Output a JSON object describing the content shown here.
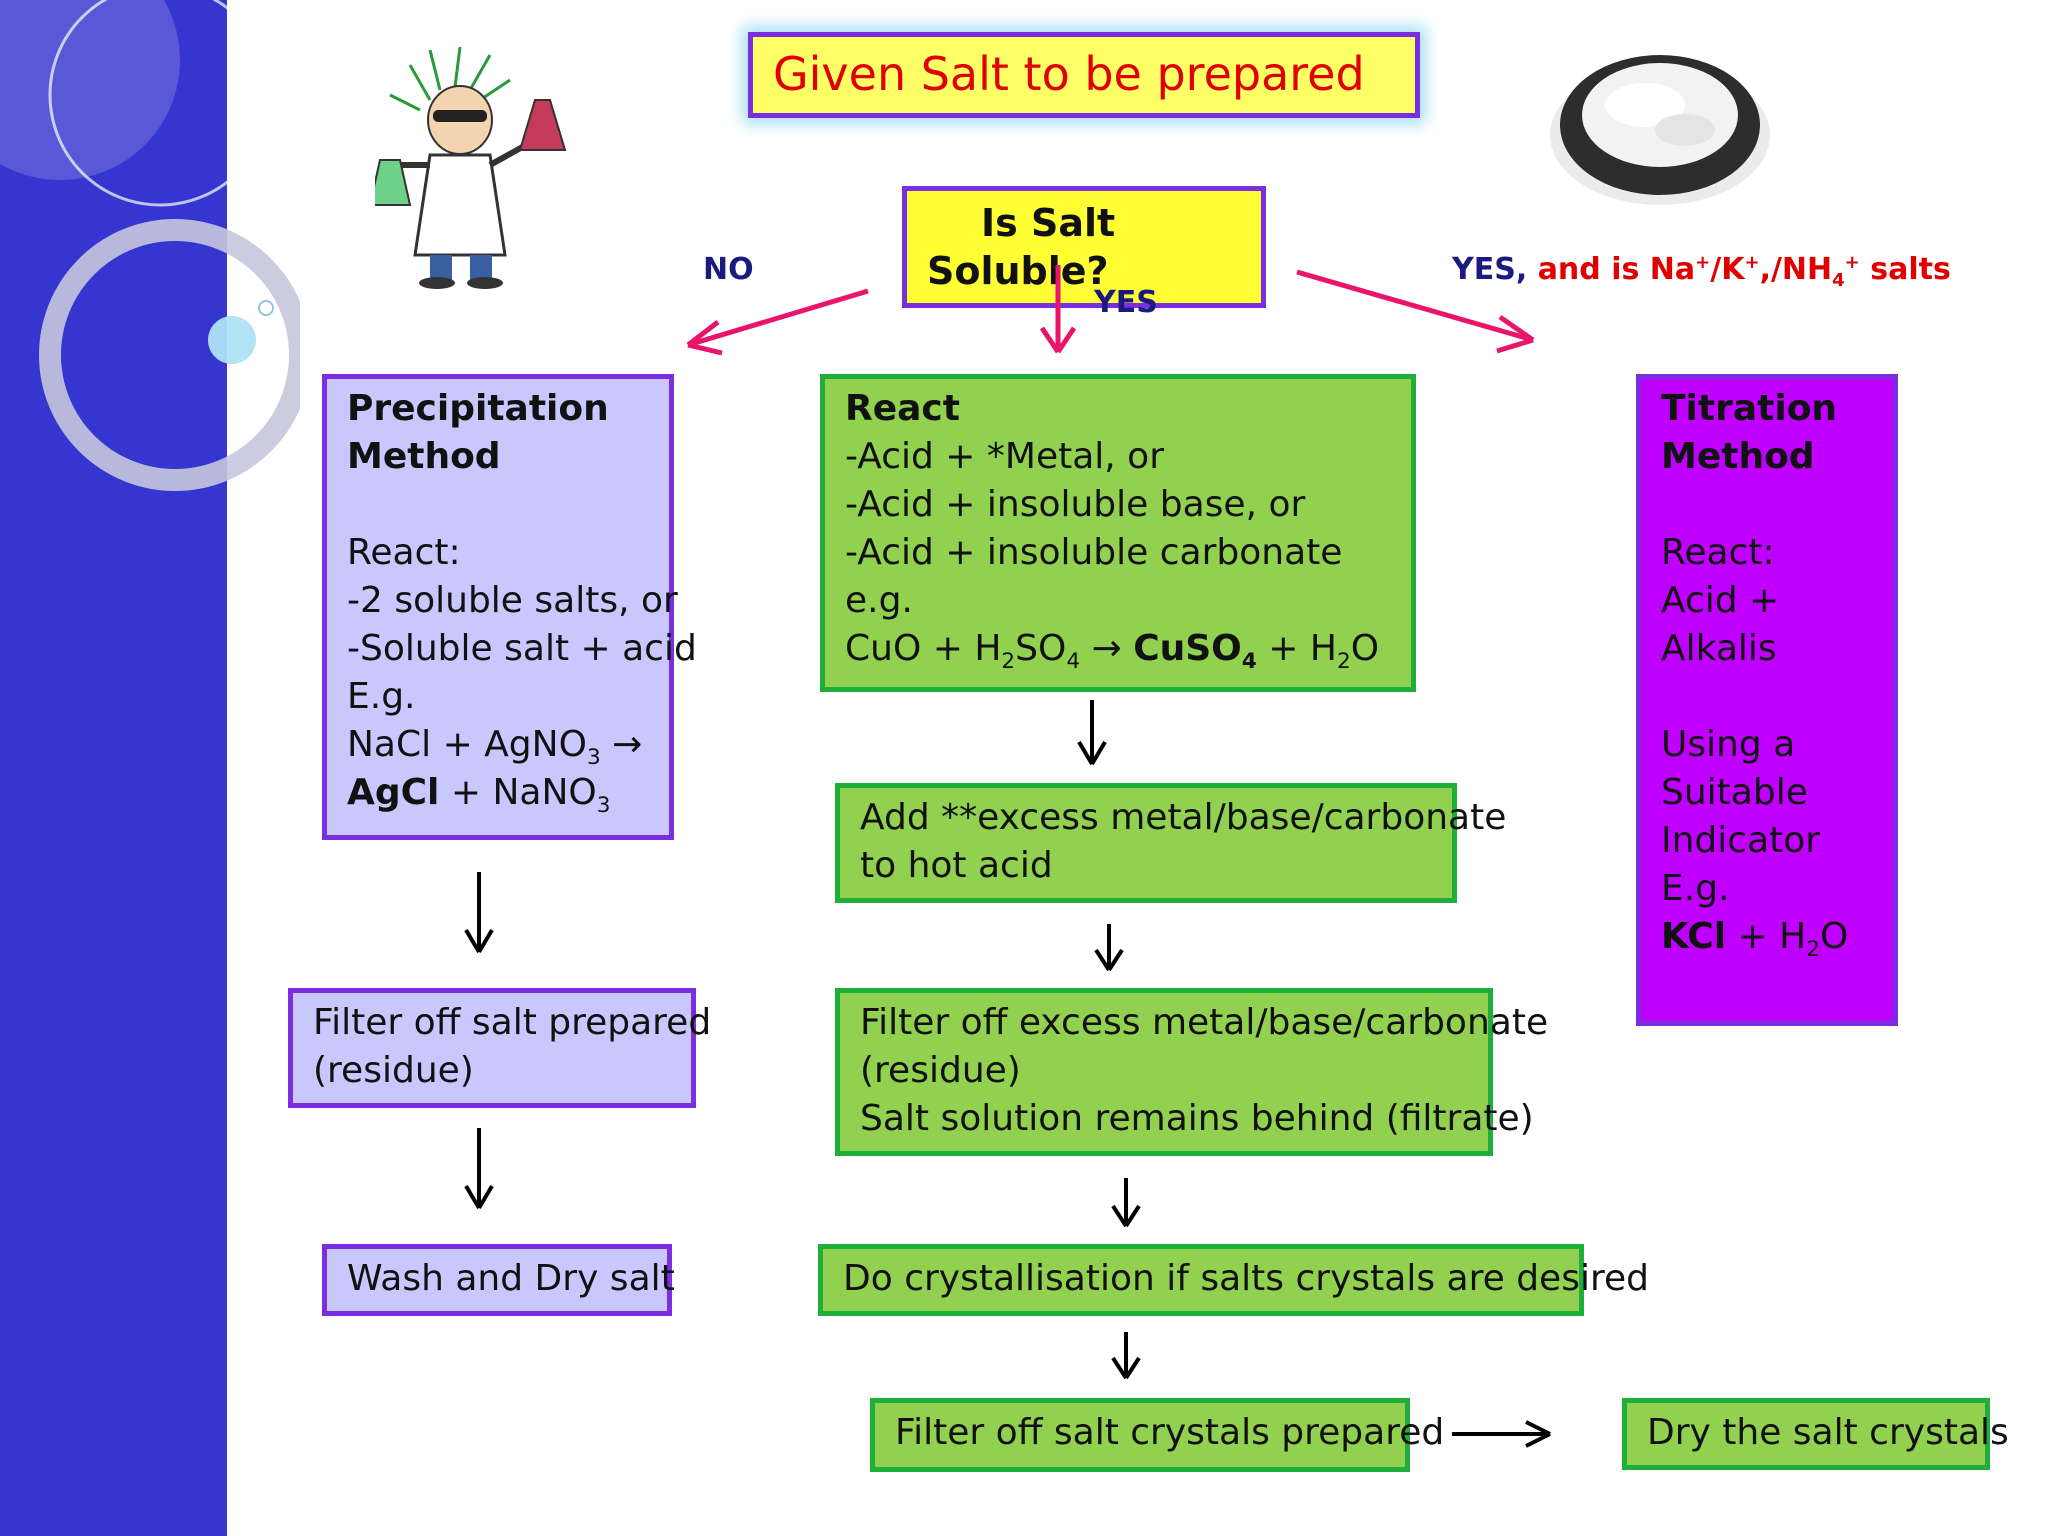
{
  "title": "Given Salt to be prepared",
  "decision": {
    "line1": "Is Salt",
    "line2": "Soluble?"
  },
  "branches": {
    "no": "NO",
    "yes": "YES",
    "yes_right_a": "YES,",
    "yes_right_b": "and is Na",
    "yes_right_sup1": "+",
    "yes_right_c": "/K",
    "yes_right_sup2": "+",
    "yes_right_d": ",/NH",
    "yes_right_sub": "4",
    "yes_right_sup3": "+",
    "yes_right_e": "salts"
  },
  "precipitation": {
    "heading1": "Precipitation",
    "heading2": "Method",
    "react": "React:",
    "item1": "-2 soluble salts, or",
    "item2": "-Soluble salt + acid",
    "eg": "E.g.",
    "eq_a": "NaCl + AgNO",
    "eq_sub1": "3",
    "eq_arrow": "→",
    "eq_product": "AgCl",
    "eq_b": "+ NaNO",
    "eq_sub2": "3",
    "filter": {
      "line1": "Filter off salt prepared",
      "line2": "(residue)"
    },
    "wash": "Wash and Dry salt"
  },
  "react": {
    "heading": "React",
    "item1": "-Acid + *Metal, or",
    "item2": "-Acid + insoluble base, or",
    "item3": "-Acid + insoluble carbonate",
    "eg": "e.g.",
    "eq_a": "CuO + H",
    "eq_sub1": "2",
    "eq_b": "SO",
    "eq_sub2": "4",
    "eq_arrow": "→",
    "eq_product": "CuSO",
    "eq_sub3": "4",
    "eq_c": "+ H",
    "eq_sub4": "2",
    "eq_d": "O"
  },
  "add_excess": {
    "line1": "Add **excess metal/base/carbonate",
    "line2": "to hot acid"
  },
  "filter_excess": {
    "line1": "Filter off excess metal/base/carbonate",
    "line2": "(residue)",
    "line3": "Salt solution remains behind (filtrate)"
  },
  "crystallisation": "Do crystallisation if salts crystals are desired",
  "filter_crystals": "Filter off salt crystals prepared",
  "dry_crystals": "Dry the salt crystals",
  "titration": {
    "heading1": "Titration",
    "heading2": "Method",
    "react": "React:",
    "line1": "Acid +",
    "line2": "Alkalis",
    "line3": "Using a",
    "line4": "Suitable",
    "line5": "Indicator",
    "eg": "E.g.",
    "eq_product": "KCl",
    "eq_a": "+ H",
    "eq_sub": "2",
    "eq_b": "O"
  },
  "colors": {
    "sidebar": "#3535cf",
    "arrow_pink": "#e8156a",
    "lavender": "#c8c8ff",
    "green": "#92d050",
    "purple": "#c000ff",
    "yellow": "#ffff33",
    "red_text": "#e00000",
    "navy_text": "#1a1a80"
  },
  "illustrations": [
    "scientist-image",
    "salt-bowl-image"
  ]
}
